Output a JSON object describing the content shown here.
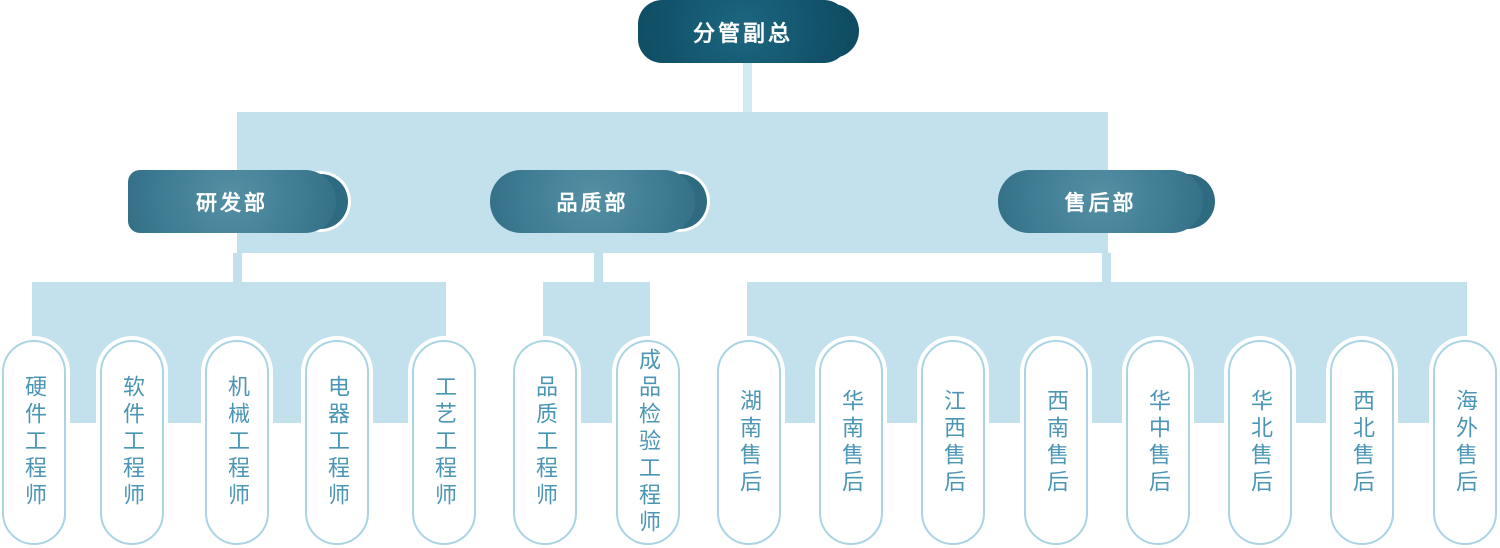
{
  "org_chart": {
    "root": {
      "label": "分管副总"
    },
    "departments": [
      {
        "label": "研发部",
        "children": [
          "硬件工程师",
          "软件工程师",
          "机械工程师",
          "电器工程师",
          "工艺工程师"
        ]
      },
      {
        "label": "品质部",
        "children": [
          "品质工程师",
          "成品检验工程师"
        ]
      },
      {
        "label": "售后部",
        "children": [
          "湖南售后",
          "华南售后",
          "江西售后",
          "西南售后",
          "华中售后",
          "华北售后",
          "西北售后",
          "海外售后"
        ]
      }
    ]
  },
  "colors": {
    "root_node": "#12536b",
    "department_node": "#3f7d94",
    "connector": "#c3e1ed",
    "capsule_border": "#aad4e4",
    "capsule_text": "#4b95b5"
  }
}
